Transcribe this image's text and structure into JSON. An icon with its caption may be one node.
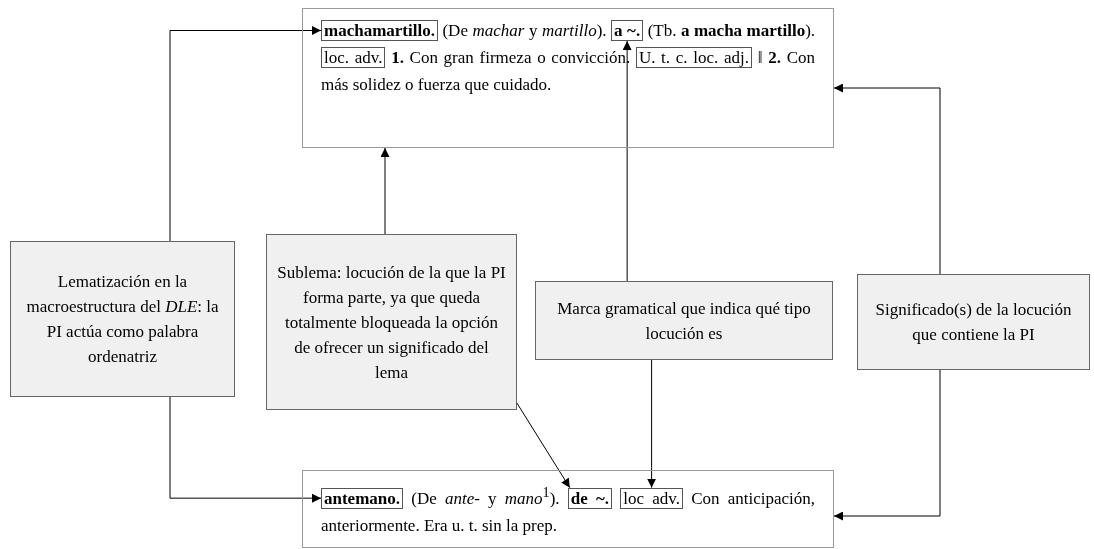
{
  "diagram": {
    "nodes": [
      {
        "text": [
          "(De *machar* y *martillo*).",
          "(Tb. **a macha martillo**).",
          "**1.** Con gran firmeza o convicción.",
          "‖ **2.** Con más solidez o fuerza que cuidado."
        ]
      },
      {
        "text": [
          "machamartillo."
        ],
        "in": 0
      },
      {
        "text": [
          "a ~."
        ],
        "in": 0
      },
      {
        "text": [
          "loc. adv."
        ],
        "in": 0
      },
      {
        "text": [
          "U. t. c. loc. adj."
        ],
        "in": 0
      },
      {
        "text": [
          "Lematización en la macroestructura del *DLE*: la PI actúa como palabra ordenatriz"
        ]
      },
      {
        "text": [
          "Sublema: locución de la que la PI forma parte, ya que queda totalmente bloqueada la opción de ofrecer un significado del lema"
        ]
      },
      {
        "text": [
          "Marca gramatical que indica qué tipo locución es"
        ]
      },
      {
        "text": [
          "Significado(s) de la locución que contiene la PI"
        ]
      },
      {
        "text": [
          "(De *ante*- y *mano*$^{1}$).",
          "Con anticipación, anteriormente. Era u. t. sin la prep."
        ]
      },
      {
        "text": [
          "antemano."
        ],
        "in": 9
      },
      {
        "text": [
          "de ~."
        ],
        "in": 9
      },
      {
        "text": [
          "loc adv."
        ],
        "in": 9
      }
    ],
    "edges": [
      {
        "from": 5,
        "to": 1,
        "arrow": "to"
      },
      {
        "from": 6,
        "to": 0,
        "arrow": "to"
      },
      {
        "from": 7,
        "to": 2,
        "arrow": "to"
      },
      {
        "from": 8,
        "to": 0,
        "arrow": "to"
      },
      {
        "from": 5,
        "to": 10,
        "arrow": "to"
      },
      {
        "from": 6,
        "to": 11,
        "arrow": "to"
      },
      {
        "from": 7,
        "to": 12,
        "arrow": "to"
      },
      {
        "from": 8,
        "to": 9,
        "arrow": "to"
      }
    ]
  }
}
